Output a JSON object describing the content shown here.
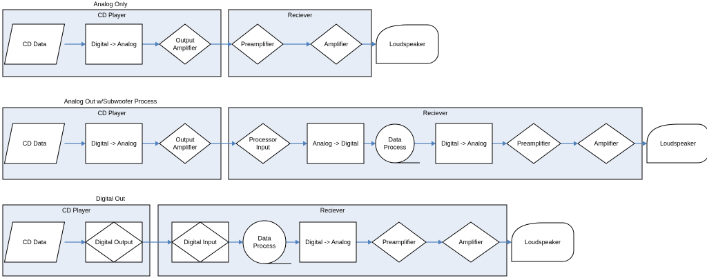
{
  "diagrams": [
    {
      "title": "Analog Only",
      "groups": [
        {
          "label": "CD Player",
          "nodes": [
            {
              "label": "CD Data",
              "shape": "parallelogram"
            },
            {
              "label": "Digital -> Analog",
              "shape": "rect"
            },
            {
              "label": "Output\nAmplifier",
              "shape": "diamond"
            }
          ]
        },
        {
          "label": "Reciever",
          "nodes": [
            {
              "label": "Preamplifier",
              "shape": "diamond"
            },
            {
              "label": "Amplifier",
              "shape": "diamond"
            }
          ]
        }
      ],
      "terminal": {
        "label": "Loudspeaker",
        "shape": "display"
      }
    },
    {
      "title": "Analog Out w/Subwoofer Process",
      "groups": [
        {
          "label": "CD Player",
          "nodes": [
            {
              "label": "CD Data",
              "shape": "parallelogram"
            },
            {
              "label": "Digital -> Analog",
              "shape": "rect"
            },
            {
              "label": "Output\nAmplifier",
              "shape": "diamond"
            }
          ]
        },
        {
          "label": "Reciever",
          "nodes": [
            {
              "label": "Processor\nInput",
              "shape": "diamond"
            },
            {
              "label": "Analog -> Digital",
              "shape": "rect"
            },
            {
              "label": "Data\nProcess",
              "shape": "circle"
            },
            {
              "label": "Digital -> Analog",
              "shape": "rect"
            },
            {
              "label": "Preamplifier",
              "shape": "diamond"
            },
            {
              "label": "Amplifier",
              "shape": "diamond"
            }
          ]
        }
      ],
      "terminal": {
        "label": "Loudspeaker",
        "shape": "display"
      }
    },
    {
      "title": "Digital Out",
      "groups": [
        {
          "label": "CD Player",
          "nodes": [
            {
              "label": "CD Data",
              "shape": "parallelogram"
            },
            {
              "label": "Digital Output",
              "shape": "rect-diamond"
            }
          ]
        },
        {
          "label": "Reciever",
          "nodes": [
            {
              "label": "Digital Input",
              "shape": "rect-diamond"
            },
            {
              "label": "Data\nProcess",
              "shape": "circle"
            },
            {
              "label": "Digital -> Analog",
              "shape": "rect"
            },
            {
              "label": "Preamplifier",
              "shape": "diamond"
            },
            {
              "label": "Amplifier",
              "shape": "diamond"
            }
          ]
        }
      ],
      "terminal": {
        "label": "Loudspeaker",
        "shape": "display"
      }
    }
  ]
}
